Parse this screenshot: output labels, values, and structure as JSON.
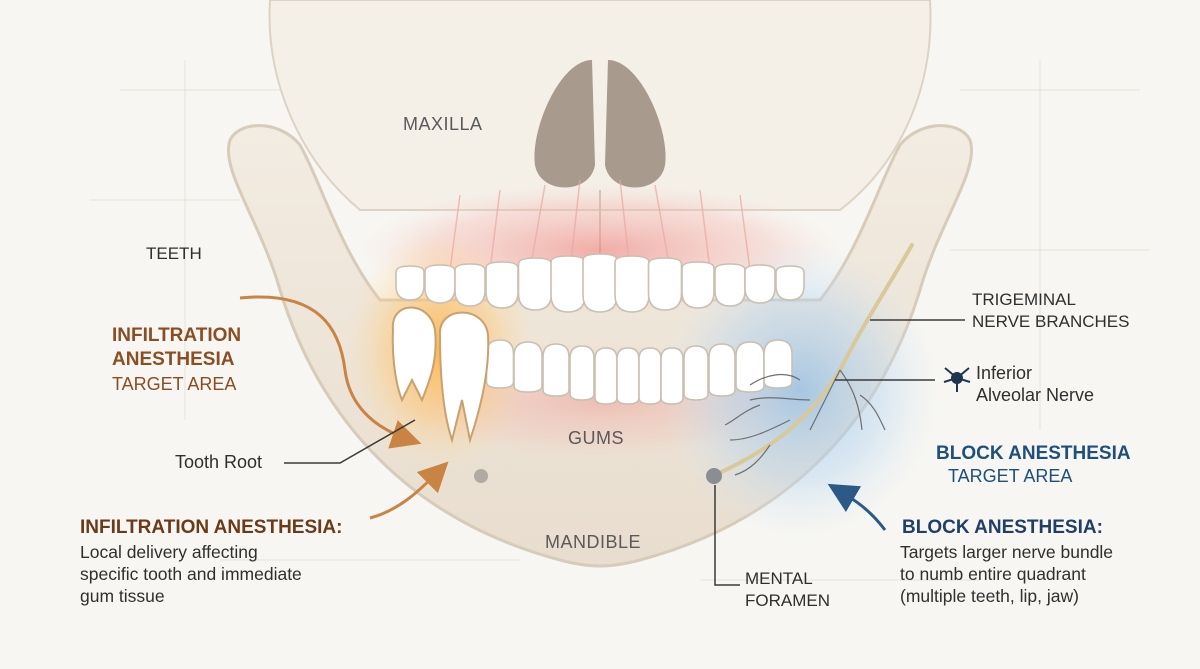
{
  "labels": {
    "maxilla": "MAXILLA",
    "teeth": "TEETH",
    "gums": "GUMS",
    "mandible": "MANDIBLE",
    "tooth_root": "Tooth Root",
    "trigeminal": [
      "TRIGEMINAL",
      "NERVE BRANCHES"
    ],
    "inferior_alveolar": [
      "Inferior",
      "Alveolar Nerve"
    ],
    "mental_foramen": [
      "MENTAL",
      "FORAMEN"
    ]
  },
  "infiltration": {
    "title_lines": [
      "INFILTRATION",
      "ANESTHESIA"
    ],
    "subtitle": "TARGET AREA",
    "desc_title": "INFILTRATION ANESTHESIA:",
    "desc_lines": [
      "Local delivery affecting",
      "specific tooth and immediate",
      "gum tissue"
    ]
  },
  "block": {
    "title": "BLOCK ANESTHESIA",
    "subtitle": "TARGET AREA",
    "desc_title": "BLOCK ANESTHESIA:",
    "desc_lines": [
      "Targets larger nerve bundle",
      "to numb entire quadrant",
      "(multiple teeth, lip, jaw)"
    ]
  },
  "colors": {
    "infiltration_accent": "#8a4e22",
    "block_accent": "#1f4f7a",
    "nerve": "#d8c89a"
  },
  "icons": [
    "neuron-icon"
  ]
}
